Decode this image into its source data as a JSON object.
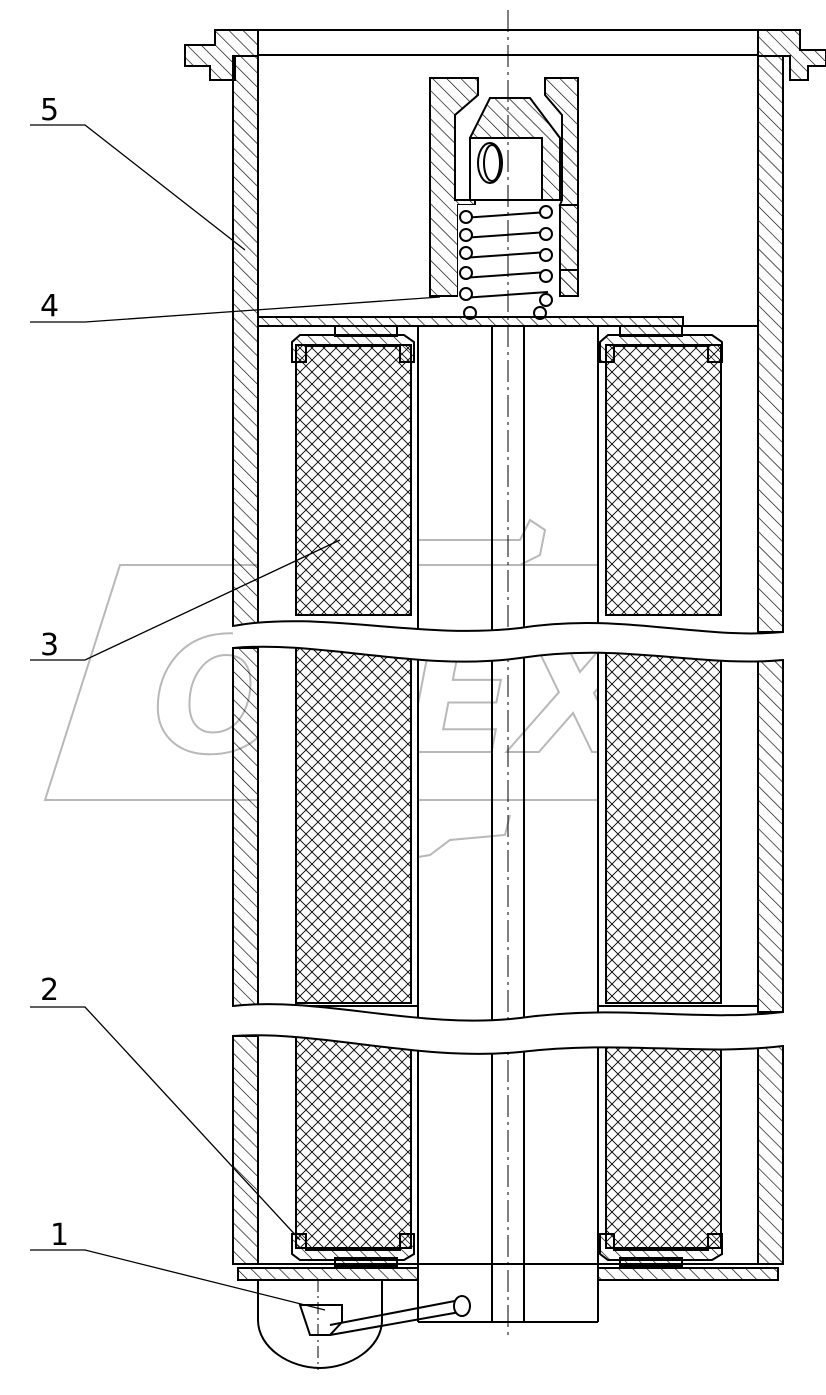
{
  "callouts": [
    {
      "id": "1",
      "label": "1"
    },
    {
      "id": "2",
      "label": "2"
    },
    {
      "id": "3",
      "label": "3"
    },
    {
      "id": "4",
      "label": "4"
    },
    {
      "id": "5",
      "label": "5"
    }
  ],
  "watermark": {
    "text": "OPEX"
  },
  "colors": {
    "line": "#000000",
    "watermark": "#b8b8b8",
    "background": "#ffffff"
  }
}
